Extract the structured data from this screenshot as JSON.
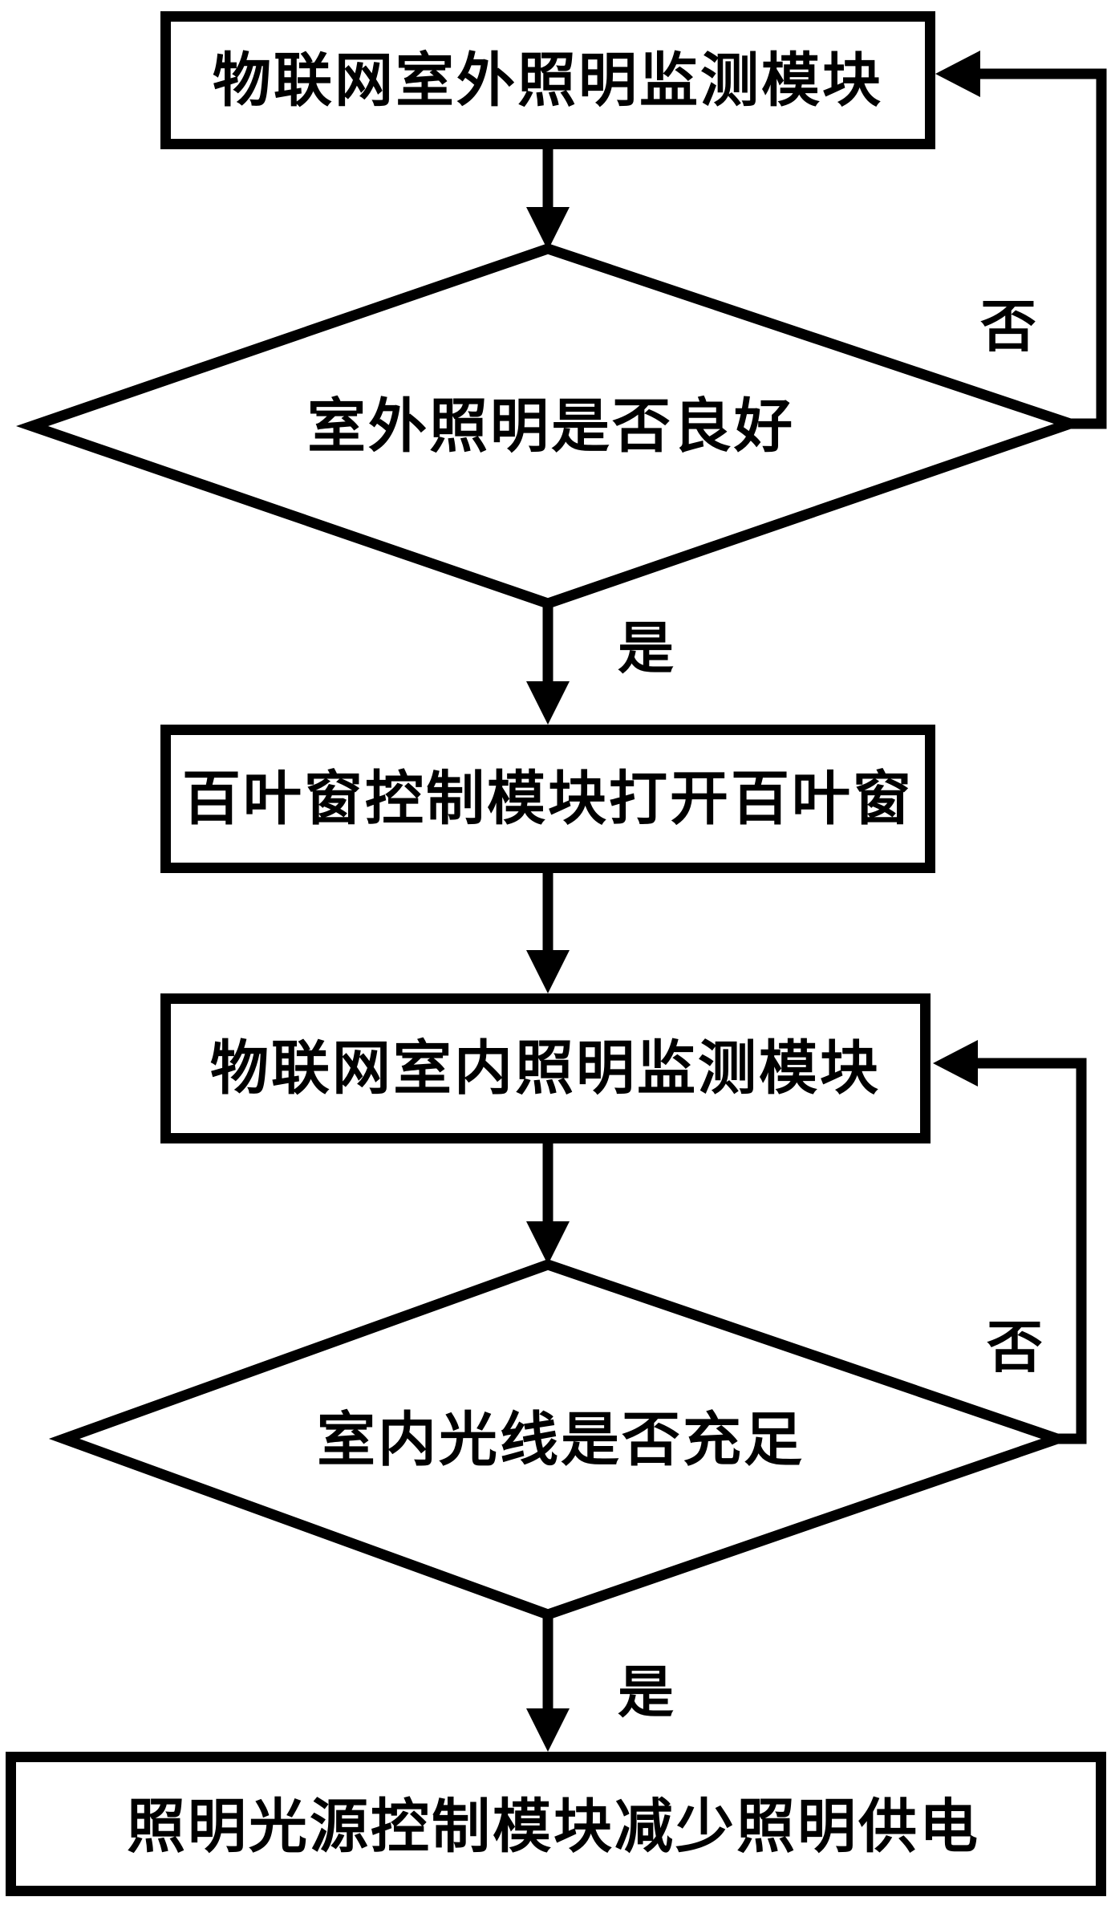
{
  "colors": {
    "ink": "#000000",
    "paper": "#ffffff"
  },
  "nodes": {
    "box1": {
      "label": "物联网室外照明监测模块"
    },
    "diamond1": {
      "label": "室外照明是否良好"
    },
    "box2": {
      "label": "百叶窗控制模块打开百叶窗"
    },
    "box3": {
      "label": "物联网室内照明监测模块"
    },
    "diamond2": {
      "label": "室内光线是否充足"
    },
    "box4": {
      "label": "照明光源控制模块减少照明供电"
    }
  },
  "edges": {
    "yes1": "是",
    "no1": "否",
    "yes2": "是",
    "no2": "否"
  }
}
